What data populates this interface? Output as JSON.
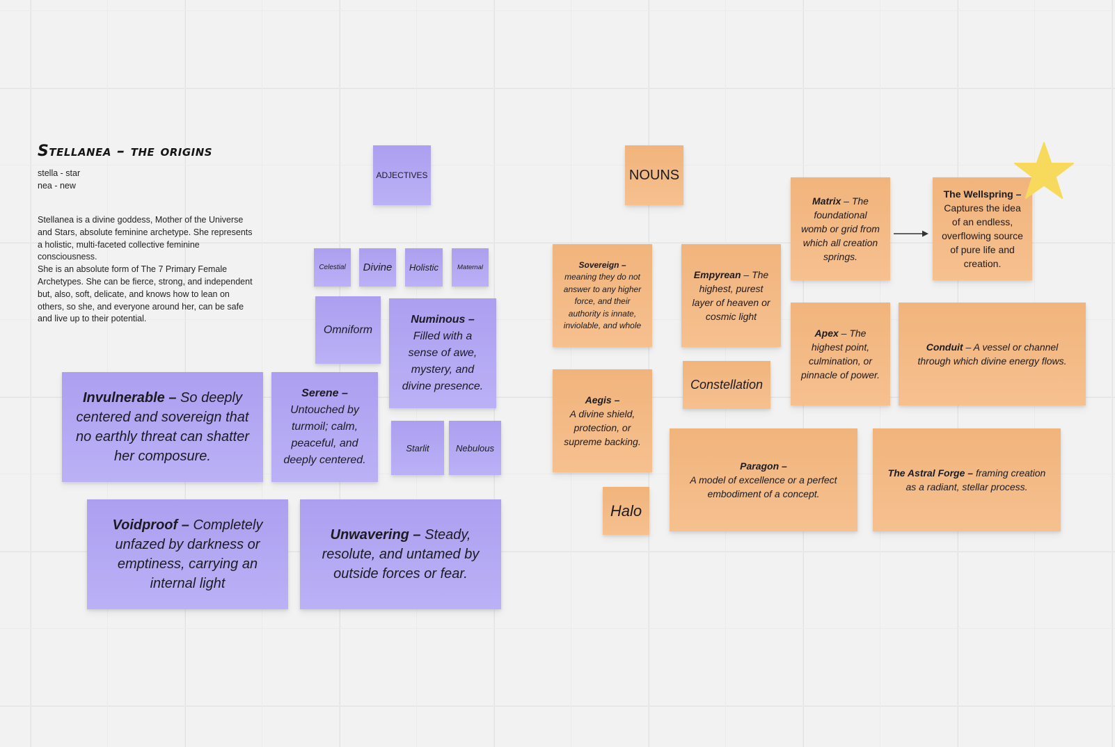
{
  "board": {
    "title": "Stellanea – the origins",
    "etymology": [
      "stella - star",
      "nea - new"
    ],
    "description": [
      "Stellanea is a divine goddess, Mother of the Universe and Stars, absolute feminine archetype. She represents a holistic, multi-faceted collective feminine consciousness.",
      "She is an absolute form of The 7 Primary Female Archetypes. She can be fierce, strong, and independent but, also, soft, delicate, and knows how to lean on others, so she, and everyone around her, can be safe and live up to their potential."
    ]
  },
  "adjectives": {
    "header": "ADJECTIVES",
    "celestial": "Celestial",
    "divine": "Divine",
    "holistic": "Holistic",
    "maternal": "Maternal",
    "omniform": "Omniform",
    "starlit": "Starlit",
    "nebulous": "Nebulous",
    "numinous": {
      "term": "Numinous –",
      "definition": "Filled with a sense of awe, mystery, and divine presence."
    },
    "invulnerable": {
      "term": "Invulnerable –",
      "definition": "So deeply centered and sovereign that no earthly threat can shatter her composure."
    },
    "serene": {
      "term": "Serene –",
      "definition": "Untouched by turmoil; calm, peaceful, and deeply centered."
    },
    "voidproof": {
      "term": "Voidproof –",
      "definition": "Completely unfazed by darkness or emptiness, carrying an internal light"
    },
    "unwavering": {
      "term": "Unwavering –",
      "definition": "Steady, resolute, and untamed by outside forces or fear."
    }
  },
  "nouns": {
    "header": "NOUNS",
    "sovereign": {
      "term": "Sovereign –",
      "definition": "meaning they do not answer to any higher force, and their authority is innate, inviolable, and whole"
    },
    "empyrean": {
      "term": "Empyrean",
      "definition": "– The highest, purest layer of heaven or cosmic light"
    },
    "matrix": {
      "term": "Matrix",
      "definition": "– The foundational womb or grid from which all creation springs."
    },
    "wellspring": {
      "term": "The Wellspring –",
      "definition": "Captures the idea of an endless, overflowing source of pure life and creation."
    },
    "aegis": {
      "term": "Aegis –",
      "definition": "A divine shield, protection, or supreme backing."
    },
    "constellation": "Constellation",
    "apex": {
      "term": "Apex",
      "definition": "– The highest point, culmination, or pinnacle of power."
    },
    "conduit": {
      "term": "Conduit",
      "definition": "– A vessel or channel through which divine energy flows."
    },
    "halo": "Halo",
    "paragon": {
      "term": "Paragon –",
      "definition": "A model of excellence or a perfect embodiment of a concept."
    },
    "astral_forge": {
      "term": "The Astral Forge –",
      "definition": "framing creation as a radiant, stellar process."
    }
  },
  "icons": {
    "connector": "arrow-right-icon",
    "highlight": "star-icon"
  },
  "colors": {
    "adjective_note": "#b3a8f3",
    "noun_note": "#f3b982",
    "star": "#f7d95c",
    "canvas": "#f2f2f2"
  }
}
